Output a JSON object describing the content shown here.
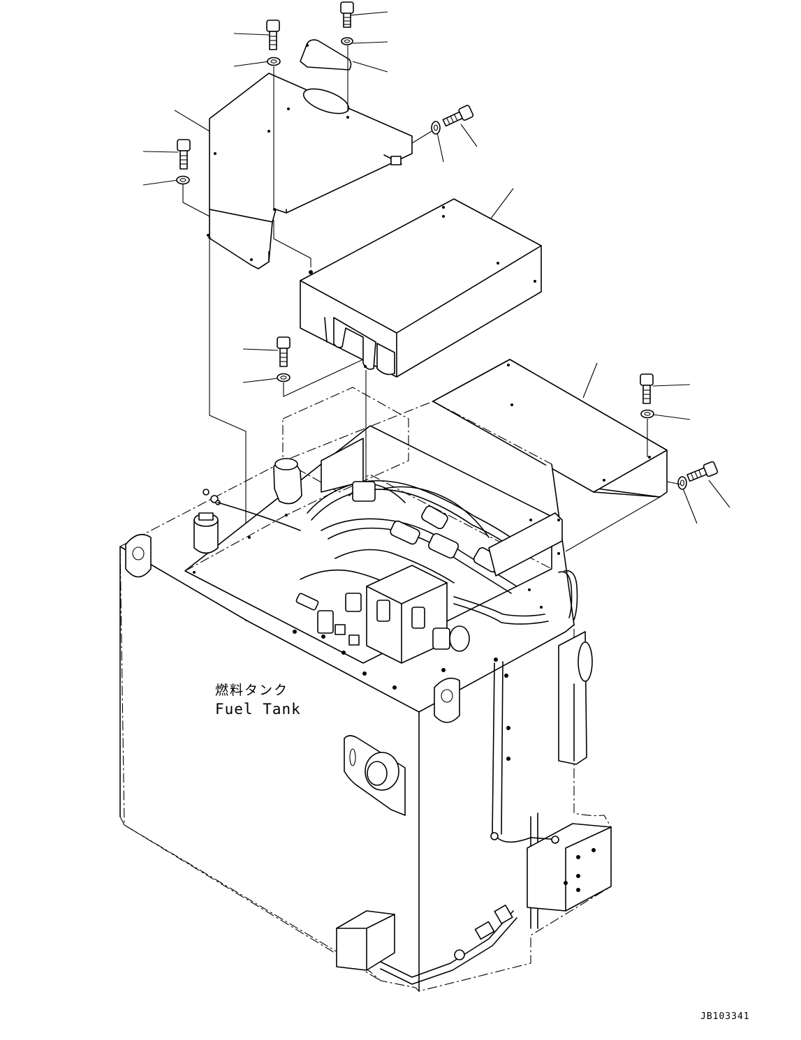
{
  "diagram": {
    "part_label_jp": "燃料タンク",
    "part_label_en": "Fuel Tank",
    "drawing_code": "JB103341"
  }
}
